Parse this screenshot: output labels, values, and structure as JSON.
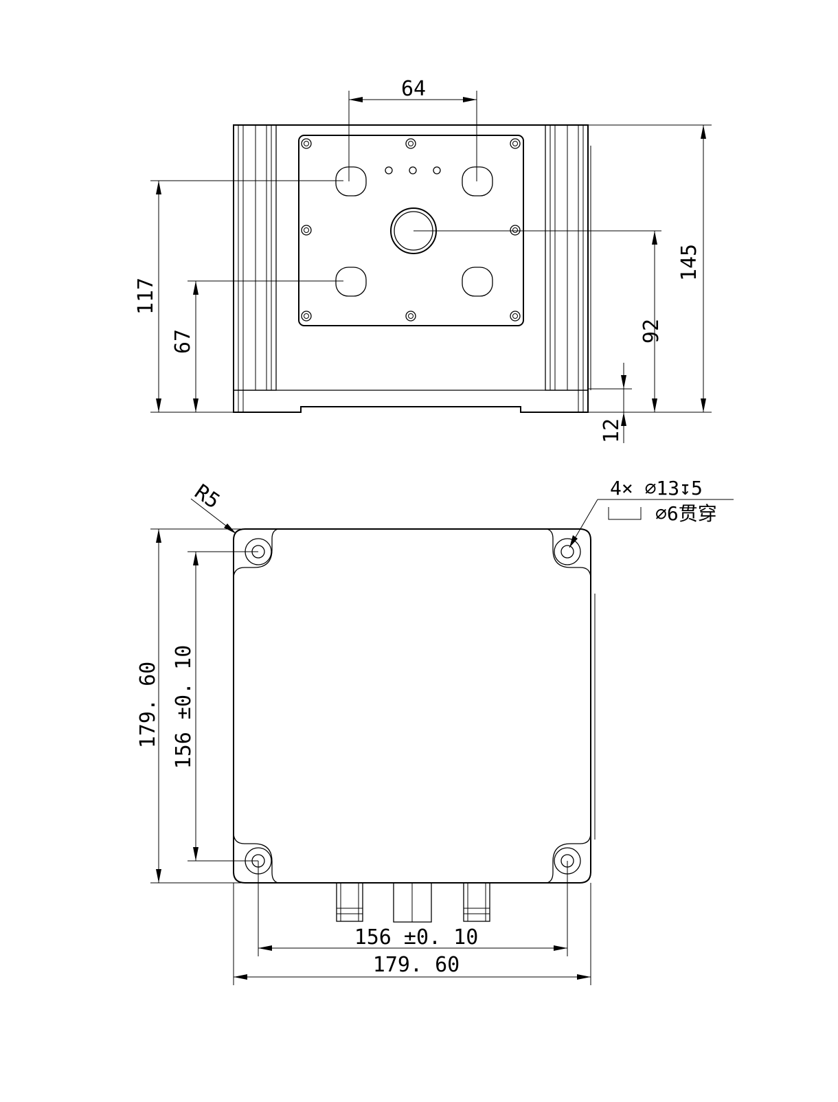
{
  "front_view": {
    "dim_top_width": "64",
    "dim_left_outer": "117",
    "dim_left_inner": "67",
    "dim_right_center": "92",
    "dim_right_total": "145",
    "dim_base_height": "12"
  },
  "top_view": {
    "corner_radius": "R5",
    "hole_callout_line1": "4× ∅13↧5",
    "hole_callout_line2": "∅6贯穿",
    "dim_height_total": "179. 60",
    "dim_height_holes": "156 ±0. 10",
    "dim_width_holes": "156 ±0. 10",
    "dim_width_total": "179. 60"
  }
}
